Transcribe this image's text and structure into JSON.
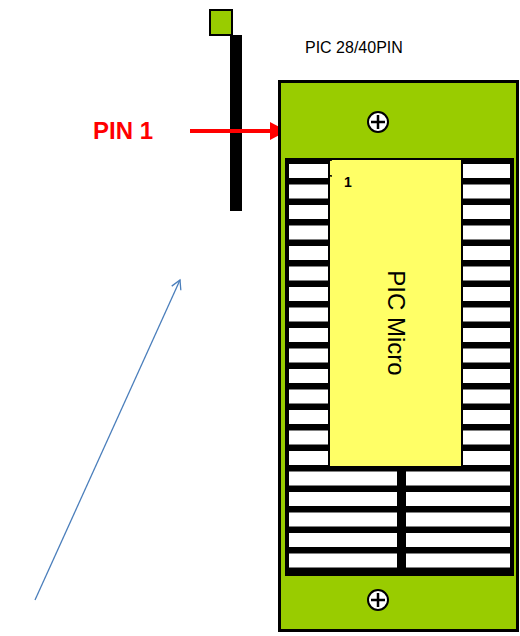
{
  "diagram": {
    "nodes": [
      {
        "text": [
          "PIC 28/40PIN"
        ]
      },
      {
        "text": [
          "1",
          "PIC Micro"
        ],
        "in": 0
      }
    ],
    "labels": [
      "PIN 1"
    ]
  }
}
